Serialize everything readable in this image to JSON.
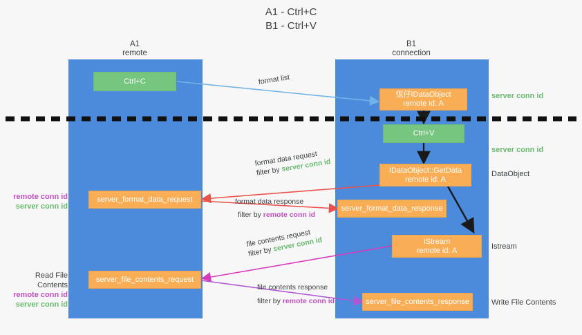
{
  "title": "A1 - Ctrl+C\nB1 - Ctrl+V",
  "columns": [
    {
      "name": "A1",
      "role": "remote"
    },
    {
      "name": "B1",
      "role": "connection"
    }
  ],
  "nodes": {
    "ctrl_c": {
      "label": "Ctrl+C",
      "color": "#77c680"
    },
    "ctrl_v": {
      "label": "Ctrl+V",
      "color": "#77c680"
    },
    "idataobject": {
      "label": "佤仔IDataObject",
      "sub": "remote id: A",
      "color": "#f9ae55"
    },
    "getdata": {
      "label": "IDataObject::GetData",
      "sub": "remote id: A",
      "color": "#f9ae55"
    },
    "istream": {
      "label": "IStream",
      "sub": "remote id: A",
      "color": "#f9ae55"
    },
    "fmt_req": {
      "label": "server_format_data_request",
      "color": "#f9ae55"
    },
    "fmt_res": {
      "label": "server_format_data_response",
      "color": "#f9ae55"
    },
    "file_req": {
      "label": "server_file_contents_request",
      "color": "#f9ae55"
    },
    "file_res": {
      "label": "server_file_contents_response",
      "color": "#f9ae55"
    }
  },
  "arrow_labels": {
    "format_list": "format list",
    "fmt_req_l1": "format data request",
    "fmt_req_l2_pre": "filter by ",
    "fmt_req_l2_key": "server conn id",
    "fmt_res_l1": "format data response",
    "fmt_res_l2_pre": "filter by ",
    "fmt_res_l2_key": "remote conn id",
    "file_req_l1": "file contents request",
    "file_req_l2_pre": "filter by ",
    "file_req_l2_key": "server conn id",
    "file_res_l1": "file contents response",
    "file_res_l2_pre": "filter by ",
    "file_res_l2_key": "remote conn id"
  },
  "left_labels": {
    "conn_pair_1_remote": "remote conn id",
    "conn_pair_1_server": "server conn id",
    "read_file_contents": "Read File Contents",
    "conn_pair_2_remote": "remote conn id",
    "conn_pair_2_server": "server conn id"
  },
  "right_labels": {
    "server_conn_top": "server conn id",
    "server_conn_mid": "server conn id",
    "dataobject": "DataObject",
    "istream": "Istream",
    "write_file_contents": "Write File Contents"
  },
  "colors": {
    "lane": "#4c8bdc",
    "orange": "#f9ae55",
    "green": "#77c680",
    "server_conn": "#6aba70",
    "remote_conn": "#c050c0",
    "arrow_blue": "#6fb3e8",
    "arrow_red": "#e8524a",
    "arrow_magenta": "#d63bbd",
    "arrow_purple": "#9b4fd0",
    "arrow_black": "#1a1a1a",
    "divider": "#111111",
    "background": "#f7f7f7"
  }
}
